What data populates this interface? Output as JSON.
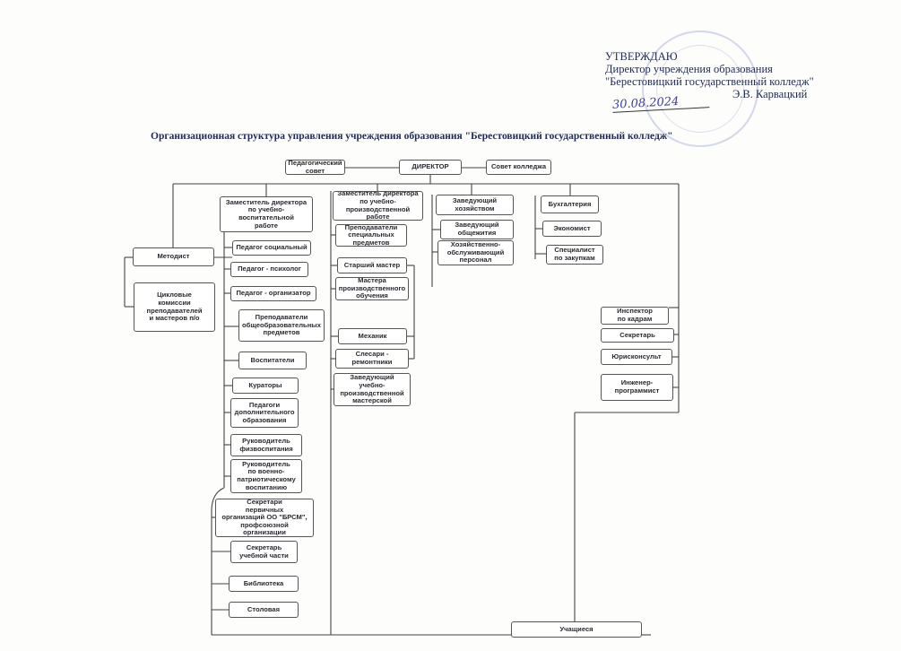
{
  "approval": {
    "line1": "УТВЕРЖДАЮ",
    "line2": "Директор учреждения образования",
    "line3": "\"Берестовицкий государственный колледж\"",
    "signature_name": "Э.В. Карвацкий",
    "date": "30.08.2024"
  },
  "title": "Организационная структура управления учреждения образования \"Берестовицкий государственный колледж\"",
  "nodes": {
    "ped_council": "Педагогический совет",
    "director": "ДИРЕКТОР",
    "college_council": "Совет колледжа",
    "deputy_edu": "Заместитель директора\nпо учебно-\nвоспитательной\nработе",
    "deputy_prod": "Заместитель директора\nпо учебно-\nпроизводственной\nработе",
    "head_household": "Заведующий\nхозяйством",
    "accounting": "Бухгалтерия",
    "methodist": "Методист",
    "cycle_commissions": "Цикловые\nкомиссии\nпреподавателей\nи мастеров п/о",
    "social_pedagogue": "Педагог социальный",
    "psychologist": "Педагог - психолог",
    "organizer": "Педагог - организатор",
    "general_teachers": "Преподаватели\nобщеобразовательных\nпредметов",
    "educators": "Воспитатели",
    "curators": "Кураторы",
    "additional_ed": "Педагоги\nдополнительного\nобразования",
    "pe_head": "Руководитель\nфизвоспитания",
    "military_head": "Руководитель\nпо военно-\nпатриотическому\nвоспитанию",
    "secretaries_org": "Секретари\nпервичных\nорганизаций ОО \"БРСМ\",\nпрофсоюзной\nорганизации",
    "secretary_edu": "Секретарь\nучебной части",
    "library": "Библиотека",
    "canteen": "Столовая",
    "special_teachers": "Преподаватели\nспециальных\nпредметов",
    "senior_master": "Старший мастер",
    "masters_po": "Мастера\nпроизводственного\nобучения",
    "mechanic": "Механик",
    "repair_fitters": "Слесари -\nремонтники",
    "workshop_head": "Заведующий\nучебно-\nпроизводственной\nмастерской",
    "dorm_head": "Заведующий\nобщежития",
    "service_staff": "Хозяйственно-\nобслуживающий\nперсонал",
    "economist": "Экономист",
    "procurement": "Специалист\nпо закупкам",
    "hr_inspector": "Инспектор\nпо кадрам",
    "secretary": "Секретарь",
    "legal": "Юрисконсульт",
    "engineer_programmer": "Инженер-\nпрограммист",
    "students": "Учащиеся"
  }
}
